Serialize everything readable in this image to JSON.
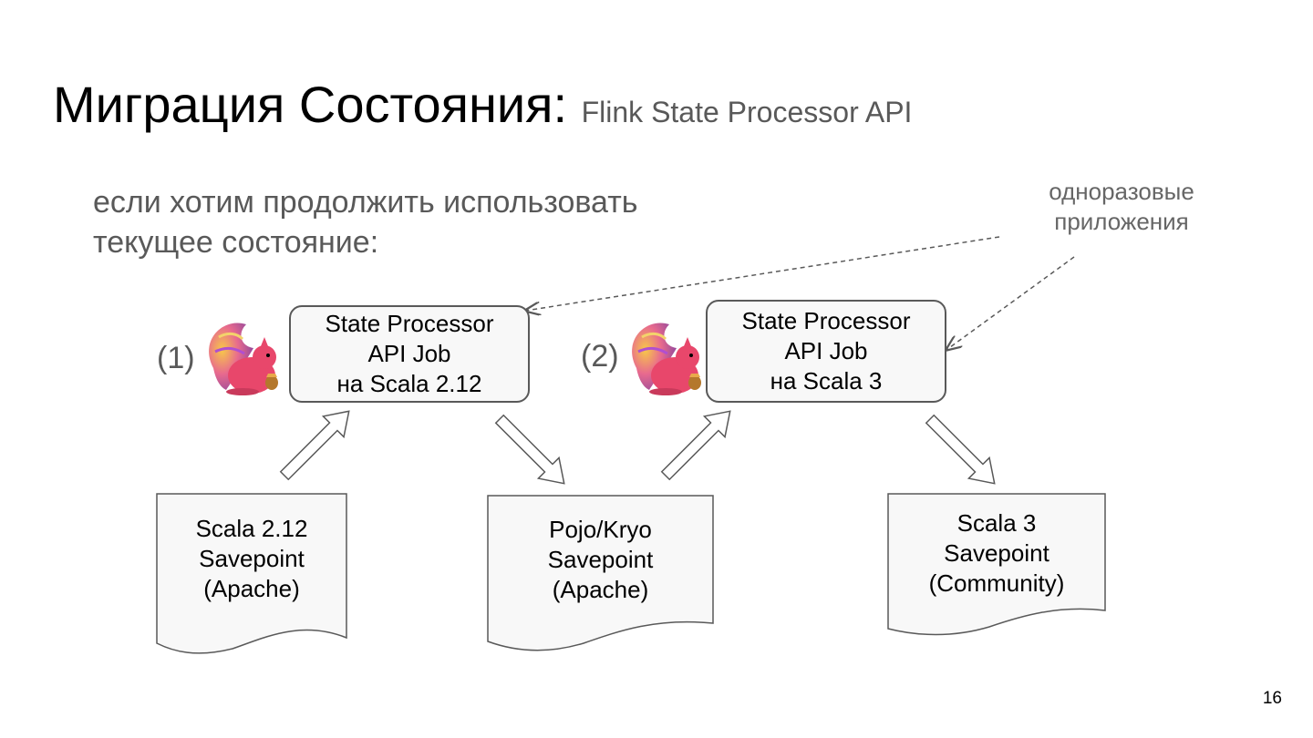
{
  "title": {
    "main": "Миграция Состояния:",
    "sub": "Flink State Processor API"
  },
  "intro": {
    "line1": "если хотим продолжить использовать",
    "line2": "текущее состояние:"
  },
  "note": {
    "line1": "одноразовые",
    "line2": "приложения"
  },
  "steps": [
    {
      "number": "(1)",
      "job_lines": [
        "State Processor",
        "API Job",
        "на Scala 2.12"
      ]
    },
    {
      "number": "(2)",
      "job_lines": [
        "State Processor",
        "API Job",
        "на Scala 3"
      ]
    }
  ],
  "documents": [
    {
      "lines": [
        "Scala 2.12",
        "Savepoint",
        "(Apache)"
      ]
    },
    {
      "lines": [
        "Pojo/Kryo",
        "Savepoint",
        "(Apache)"
      ]
    },
    {
      "lines": [
        "Scala 3",
        "Savepoint",
        "(Community)"
      ]
    }
  ],
  "icons": {
    "flink_logo": "flink-squirrel-logo"
  },
  "colors": {
    "box_fill": "#f8f8f8",
    "box_stroke": "#595959",
    "text_gray": "#595959"
  },
  "page_number": "16"
}
